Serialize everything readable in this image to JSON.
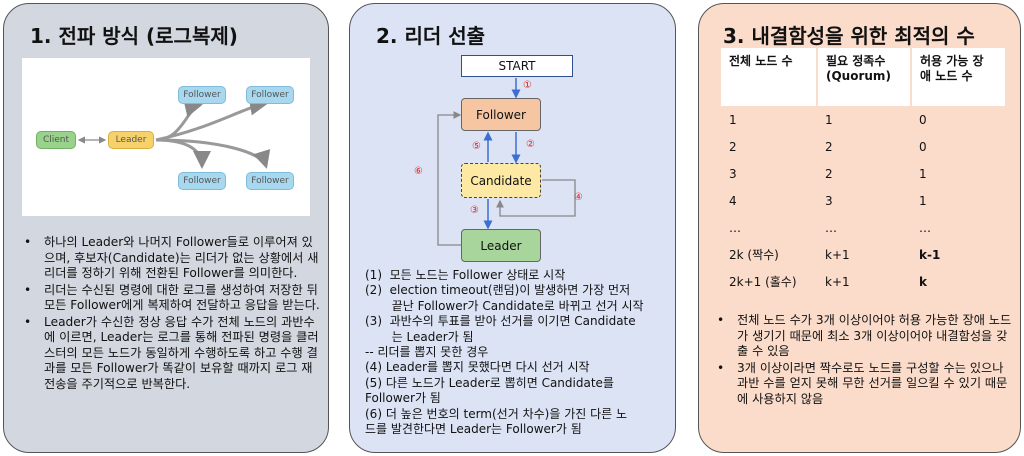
{
  "panel1": {
    "title": "1. 전파 방식 (로그복제)",
    "diagram": {
      "client": "Client",
      "leader": "Leader",
      "followers": [
        "Follower",
        "Follower",
        "Follower",
        "Follower"
      ]
    },
    "bullets": [
      "하나의 Leader와 나머지 Follower들로 이루어져 있으며, 후보자(Candidate)는 리더가 없는 상황에서 새 리더를 정하기 위해 전환된 Follower를 의미한다.",
      "리더는 수신된 명령에 대한 로그를 생성하여 저장한 뒤 모든 Follower에게 복제하여 전달하고 응답을 받는다.",
      "Leader가 수신한 정상 응답 수가 전체 노드의 과반수에 이르면, Leader는 로그를 통해 전파된 명령을 클러스터의 모든 노드가 동일하게 수행하도록 하고 수행 결과를 모든 Follower가 똑같이 보유할 때까지 로그 재전송을 주기적으로 반복한다."
    ]
  },
  "panel2": {
    "title": "2. 리더 선출",
    "flow": {
      "start": "START",
      "follower": "Follower",
      "candidate": "Candidate",
      "leader": "Leader"
    },
    "markers": [
      "①",
      "②",
      "③",
      "④",
      "⑤",
      "⑥"
    ],
    "steps": [
      "(1)  모든 노드는 Follower 상태로 시작",
      "(2)  election timeout(랜덤)이 발생하면 가장 먼저\n       끝난 Follower가 Candidate로 바뀌고 선거 시작",
      "(3)  과반수의 투표를 받아 선거를 이기면 Candidate\n       는 Leader가 됨",
      "-- 리더를 뽑지 못한 경우",
      "(4) Leader를 뽑지 못했다면 다시 선거 시작",
      "(5) 다른 노드가 Leader로 뽑히면 Candidate를\nFollower가 됨",
      "(6) 더 높은 번호의 term(선거 차수)을 가진 다른 노\n드를 발견한다면 Leader는 Follower가 됨"
    ]
  },
  "panel3": {
    "title": "3. 내결함성을 위한 최적의 수",
    "table": {
      "headers": [
        "전체 노드 수",
        "필요 정족수\n(Quorum)",
        "허용 가능 장\n애 노드 수"
      ],
      "rows": [
        [
          "1",
          "1",
          "0"
        ],
        [
          "2",
          "2",
          "0"
        ],
        [
          "3",
          "2",
          "1"
        ],
        [
          "4",
          "3",
          "1"
        ],
        [
          "…",
          "…",
          "…"
        ],
        [
          "2k (짝수)",
          "k+1",
          "k-1"
        ],
        [
          "2k+1 (홀수)",
          "k+1",
          "k"
        ]
      ]
    },
    "bullets": [
      "전체 노드 수가 3개 이상이어야 허용 가능한 장애 노드가 생기기 때문에 최소 3개 이상이어야 내결함성을 갖출 수 있음",
      "3개 이상이라면 짝수로도 노드를 구성할 수는 있으나 과반 수를 얻지 못해 무한 선거를 일으킬 수 있기 때문에 사용하지 않음"
    ]
  },
  "colors": {
    "panel1_bg": "#d3d7df",
    "panel2_bg": "#dbe3f4",
    "panel3_bg": "#fbdccb",
    "marker_red": "#e02020",
    "arrow_blue": "#3c6fd1"
  }
}
